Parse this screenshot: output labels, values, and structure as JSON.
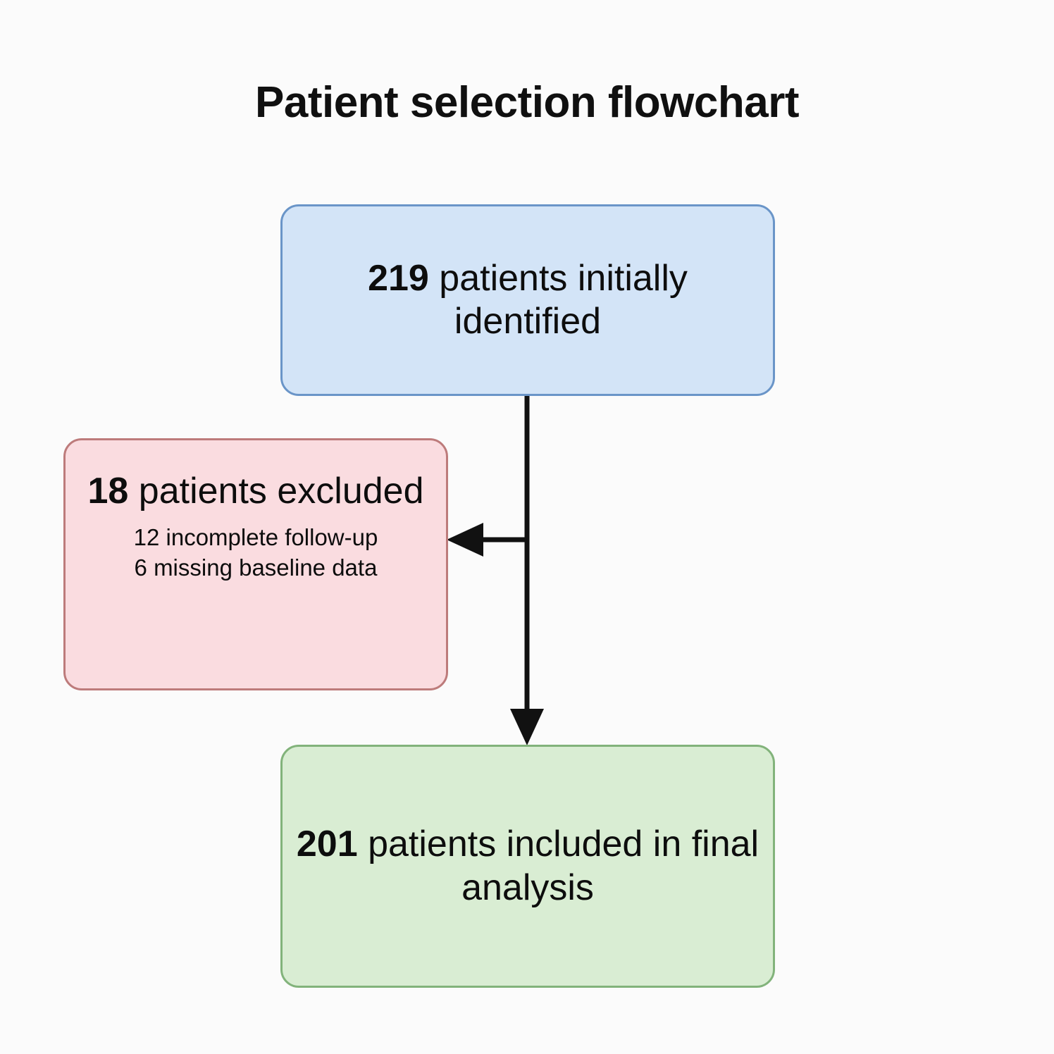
{
  "title": "Patient selection flowchart",
  "background_color": "#fbfbfb",
  "chart_data": {
    "type": "diagram",
    "diagram_kind": "flowchart",
    "title": "Patient selection flowchart",
    "nodes": [
      {
        "id": "identified",
        "count": "219",
        "label": " patients initially identified",
        "full_text": "219 patients initially identified",
        "fill": "#d3e4f7",
        "stroke": "#6a95c8"
      },
      {
        "id": "excluded",
        "count": "18",
        "label": " patients excluded",
        "full_text": "18 patients excluded",
        "sublines": [
          "12 incomplete follow-up",
          "6 missing baseline data"
        ],
        "fill": "#fadce0",
        "stroke": "#bd7b7b"
      },
      {
        "id": "included",
        "count": "201",
        "label": " patients included in final analysis",
        "full_text": "201 patients included in final analysis",
        "fill": "#d9edd3",
        "stroke": "#82b37b"
      }
    ],
    "edges": [
      {
        "from": "identified",
        "to": "excluded",
        "direction": "left",
        "arrow": true
      },
      {
        "from": "identified",
        "to": "included",
        "direction": "down",
        "arrow": true
      }
    ],
    "edge_color": "#111111"
  }
}
